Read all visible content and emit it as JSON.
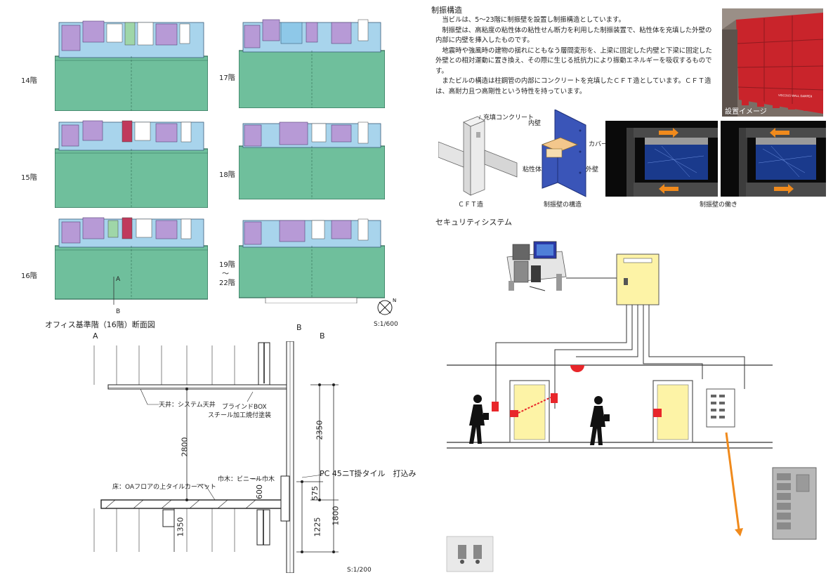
{
  "floor_labels": [
    "14階",
    "15階",
    "16階",
    "17階",
    "18階",
    "19階",
    "～",
    "22階"
  ],
  "section_markers": {
    "a_upper": "A",
    "b_lower": "B"
  },
  "scale_plan": "S:1/600",
  "section_title": "オフィス基準階（16階）断面図",
  "section_axes": {
    "a": "A",
    "b_top": "B",
    "b_right": "B"
  },
  "section_labels": {
    "ceiling": "天井：システム天井",
    "blind_box_1": "ブラインドBOX",
    "blind_box_2": "スチール加工焼付塗装",
    "baseboard": "巾木：ビニール巾木",
    "floor": "床：OAフロアの上タイルカーペット",
    "pc": "PC 45ニT掛タイル　打込み"
  },
  "dimensions": {
    "d2800": "2800",
    "d2350": "2350",
    "d600": "600",
    "d575": "575",
    "d1800": "1800",
    "d1225": "1225",
    "d1350": "1350"
  },
  "scale_section": "S:1/200",
  "damping": {
    "heading": "制振構造",
    "paragraphs": [
      "当ビルは、5～23階に制振壁を設置し制振構造としています。",
      "制振壁は、高粘度の粘性体の粘性せん断力を利用した制振装置で、粘性体を充填した外壁の内部に内壁を挿入したものです。",
      "地震時や強風時の建物の揺れにともなう層間変形を、上梁に固定した内壁と下梁に固定した外壁との相対運動に置き換え、その際に生じる抵抗力により振動エネルギーを吸収するものです。",
      "またビルの構造は柱鋼管の内部にコンクリートを充填したＣＦＴ造としています。ＣＦＴ造は、高耐力且つ高剛性という特性を持っています。"
    ],
    "photo_caption": "設置イメージ",
    "photo_sign": "VISCOUS WALL DAMPER",
    "cft_label": "充填コンクリート",
    "cft_caption": "ＣＦＴ造",
    "wall_labels": {
      "inner": "内壁",
      "cover": "カバー",
      "viscous": "粘性体",
      "outer": "外壁"
    },
    "wall_caption": "制振壁の構造",
    "motion_caption": "制振壁の働き"
  },
  "security": {
    "heading": "セキュリティシステム"
  },
  "colors": {
    "office_green": "#6fbf9c",
    "core_blue": "#a8d4ec",
    "core_purple": "#b79ad6",
    "panel_yellow": "#fdf3a6",
    "damper_red": "#c9242b",
    "wall_blue": "#3a55b8",
    "arrow_orange": "#f08a1c",
    "sensor_red": "#e8262a"
  }
}
